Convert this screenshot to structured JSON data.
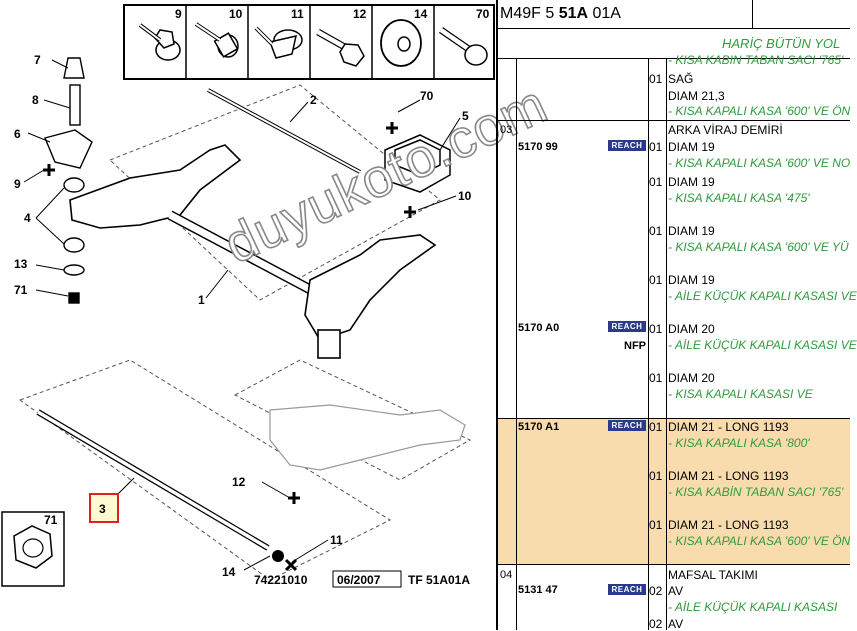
{
  "diagram": {
    "icons": [
      {
        "num": "9",
        "name": "bolt-with-washer-icon"
      },
      {
        "num": "10",
        "name": "flange-bolt-icon"
      },
      {
        "num": "11",
        "name": "cone-bolt-icon"
      },
      {
        "num": "12",
        "name": "hex-bolt-icon"
      },
      {
        "num": "14",
        "name": "washer-icon"
      },
      {
        "num": "70",
        "name": "long-bolt-icon"
      }
    ],
    "callouts": [
      "7",
      "8",
      "6",
      "9",
      "4",
      "13",
      "71",
      "2",
      "70",
      "5",
      "10",
      "1",
      "12",
      "11",
      "14"
    ],
    "highlighted_callout": "3",
    "inset_callout": "71",
    "footer": {
      "ref": "74221010",
      "date": "06/2007",
      "tf": "TF 51A01A"
    },
    "watermark": "duyukoto.com"
  },
  "table": {
    "header": {
      "pre": "M49F 5 ",
      "bold": "51A",
      "post": " 01A"
    },
    "subheader": "HARİÇ BÜTÜN YOL",
    "rows": [
      {
        "grp": "",
        "pn": "",
        "reach": false,
        "nfp": "",
        "lines": [
          {
            "q": "",
            "t": "",
            "g": "- KISA KABIN TABAN SACI '765'"
          }
        ]
      },
      {
        "grp": "",
        "pn": "",
        "reach": false,
        "nfp": "",
        "lines": [
          {
            "q": "01",
            "t": "SAĞ",
            "g": ""
          },
          {
            "q": "",
            "t": "DIAM 21,3",
            "g": ""
          },
          {
            "q": "",
            "t": "",
            "g": "- KISA KAPALI KASA '600' VE ÖN"
          }
        ]
      },
      {
        "grp": "03",
        "pn": "5170 99",
        "reach": true,
        "nfp": "",
        "lines": [
          {
            "q": "",
            "t": "ARKA VİRAJ DEMİRİ",
            "g": ""
          },
          {
            "q": "01",
            "t": "DIAM 19",
            "g": ""
          },
          {
            "q": "",
            "t": "",
            "g": "- KISA KAPALI KASA '600' VE NO"
          },
          {
            "q": "01",
            "t": "DIAM 19",
            "g": ""
          },
          {
            "q": "",
            "t": "",
            "g": "- KISA KAPALI KASA '475'"
          },
          {
            "q": "01",
            "t": "DIAM 19",
            "g": ""
          },
          {
            "q": "",
            "t": "",
            "g": "- KISA KAPALI KASA '600' VE YÜ"
          },
          {
            "q": "01",
            "t": "DIAM 19",
            "g": ""
          },
          {
            "q": "",
            "t": "",
            "g": "- AİLE KÜÇÜK KAPALI KASASI VE"
          }
        ]
      },
      {
        "grp": "",
        "pn": "5170 A0",
        "reach": true,
        "nfp": "NFP",
        "lines": [
          {
            "q": "01",
            "t": "DIAM 20",
            "g": ""
          },
          {
            "q": "",
            "t": "",
            "g": "- AİLE KÜÇÜK KAPALI KASASI VE"
          },
          {
            "q": "01",
            "t": "DIAM 20",
            "g": ""
          },
          {
            "q": "",
            "t": "",
            "g": "- KISA KAPALI KASASI VE"
          }
        ]
      },
      {
        "grp": "",
        "pn": "5170 A1",
        "reach": true,
        "nfp": "",
        "highlight": true,
        "lines": [
          {
            "q": "01",
            "t": "DIAM 21 - LONG 1193",
            "g": ""
          },
          {
            "q": "",
            "t": "",
            "g": "- KISA KAPALI KASA '800'"
          },
          {
            "q": "01",
            "t": "DIAM 21 - LONG 1193",
            "g": ""
          },
          {
            "q": "",
            "t": "",
            "g": "- KISA KABİN TABAN SACI '765'"
          },
          {
            "q": "01",
            "t": "DIAM 21 - LONG 1193",
            "g": ""
          },
          {
            "q": "",
            "t": "",
            "g": "- KISA KAPALI KASA '600' VE ÖN"
          }
        ]
      },
      {
        "grp": "04",
        "pn": "5131 47",
        "reach": true,
        "nfp": "",
        "lines": [
          {
            "q": "",
            "t": "MAFSAL TAKIMI",
            "g": ""
          },
          {
            "q": "02",
            "t": "AV",
            "g": ""
          },
          {
            "q": "",
            "t": "",
            "g": "- AİLE KÜÇÜK KAPALI KASASI"
          },
          {
            "q": "02",
            "t": "AV",
            "g": ""
          }
        ]
      }
    ],
    "reach_label": "REACH"
  }
}
